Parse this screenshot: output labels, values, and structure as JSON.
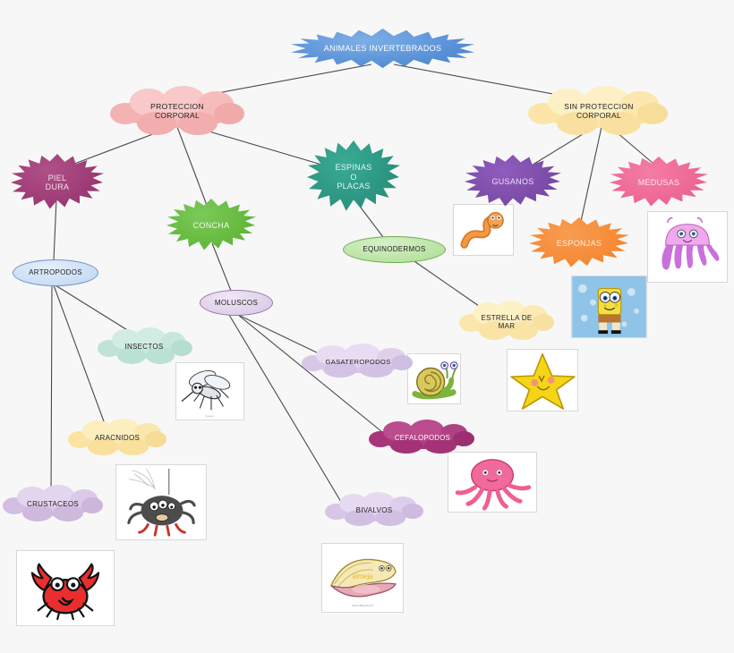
{
  "diagram": {
    "title": "ANIMALES INVERTEBRADOS",
    "type": "concept-map",
    "background_color": "#f7f7f7"
  },
  "nodes": {
    "root": {
      "label": "ANIMALES INVERTEBRADOS",
      "shape": "burst",
      "fill": "#5b93d8",
      "text_color": "#ffffff"
    },
    "proteccion": {
      "label": "PROTECCION\nCORPORAL",
      "shape": "cloud",
      "fill": "#f4b3b3",
      "text_color": "#222222"
    },
    "sin_proteccion": {
      "label": "SIN PROTECCION\nCORPORAL",
      "shape": "cloud",
      "fill": "#fbe5a8",
      "text_color": "#222222"
    },
    "piel_dura": {
      "label": "PIEL\nDURA",
      "shape": "burst",
      "fill": "#9c3a74",
      "text_color": "#efe2ea"
    },
    "concha": {
      "label": "CONCHA",
      "shape": "burst",
      "fill": "#64b93c",
      "text_color": "#eaf6e4"
    },
    "espinas": {
      "label": "ESPINAS\nO\nPLACAS",
      "shape": "burst",
      "fill": "#2b9480",
      "text_color": "#e3f2ee"
    },
    "gusanos": {
      "label": "GUSANOS",
      "shape": "burst",
      "fill": "#7b4ba8",
      "text_color": "#e8dff2"
    },
    "medusas": {
      "label": "MEDUSAS",
      "shape": "burst",
      "fill": "#ee6694",
      "text_color": "#fbe4ec"
    },
    "esponjas": {
      "label": "ESPONJAS",
      "shape": "burst",
      "fill": "#f58a35",
      "text_color": "#fdeade"
    },
    "equinodermos": {
      "label": "EQUINODERMOS",
      "shape": "ellipse",
      "fill": "#b9e3a2",
      "text_color": "#222222"
    },
    "artropodos": {
      "label": "ARTROPODOS",
      "shape": "ellipse",
      "fill": "#c9ddf5",
      "text_color": "#222222"
    },
    "moluscos": {
      "label": "MOLUSCOS",
      "shape": "ellipse",
      "fill": "#ded0e8",
      "text_color": "#222222"
    },
    "insectos": {
      "label": "INSECTOS",
      "shape": "cloud",
      "fill": "#bfe3d8",
      "text_color": "#222222"
    },
    "aracnidos": {
      "label": "ARACNIDOS",
      "shape": "cloud",
      "fill": "#fbe3a0",
      "text_color": "#222222"
    },
    "crustaceos": {
      "label": "CRUSTACEOS",
      "shape": "cloud",
      "fill": "#d3bfe2",
      "text_color": "#222222"
    },
    "gasateropodos": {
      "label": "GASATEROPODOS",
      "shape": "cloud",
      "fill": "#d8c8e8",
      "text_color": "#222222"
    },
    "cefalopodos": {
      "label": "CEFALOPODOS",
      "shape": "cloud",
      "fill": "#a8357a",
      "text_color": "#ffffff"
    },
    "bivalvos": {
      "label": "BIVALVOS",
      "shape": "cloud",
      "fill": "#d6c6e8",
      "text_color": "#222222"
    },
    "estrella_de_mar": {
      "label": "ESTRELLA DE\nMAR",
      "shape": "cloud",
      "fill": "#fbe7ad",
      "text_color": "#222222"
    }
  },
  "pictures": {
    "worm": {
      "name": "worm-image",
      "caption": ""
    },
    "jellyfish": {
      "name": "jellyfish-image",
      "caption": ""
    },
    "spongebob": {
      "name": "spongebob-image",
      "caption": ""
    },
    "starfish": {
      "name": "starfish-image",
      "caption": ""
    },
    "mosquito": {
      "name": "mosquito-image",
      "caption": ""
    },
    "snail": {
      "name": "snail-image",
      "caption": ""
    },
    "octopus": {
      "name": "octopus-image",
      "caption": ""
    },
    "spider": {
      "name": "spider-image",
      "caption": ""
    },
    "crab": {
      "name": "crab-image",
      "caption": ""
    },
    "clam": {
      "name": "clam-image",
      "caption": ""
    }
  },
  "edges": [
    {
      "from": "root",
      "to": "proteccion"
    },
    {
      "from": "root",
      "to": "sin_proteccion"
    },
    {
      "from": "proteccion",
      "to": "piel_dura"
    },
    {
      "from": "proteccion",
      "to": "concha"
    },
    {
      "from": "proteccion",
      "to": "espinas"
    },
    {
      "from": "sin_proteccion",
      "to": "gusanos"
    },
    {
      "from": "sin_proteccion",
      "to": "medusas"
    },
    {
      "from": "sin_proteccion",
      "to": "esponjas"
    },
    {
      "from": "piel_dura",
      "to": "artropodos"
    },
    {
      "from": "concha",
      "to": "moluscos"
    },
    {
      "from": "espinas",
      "to": "equinodermos"
    },
    {
      "from": "equinodermos",
      "to": "estrella_de_mar"
    },
    {
      "from": "artropodos",
      "to": "insectos"
    },
    {
      "from": "artropodos",
      "to": "aracnidos"
    },
    {
      "from": "artropodos",
      "to": "crustaceos"
    },
    {
      "from": "moluscos",
      "to": "gasateropodos"
    },
    {
      "from": "moluscos",
      "to": "cefalopodos"
    },
    {
      "from": "moluscos",
      "to": "bivalvos"
    }
  ]
}
